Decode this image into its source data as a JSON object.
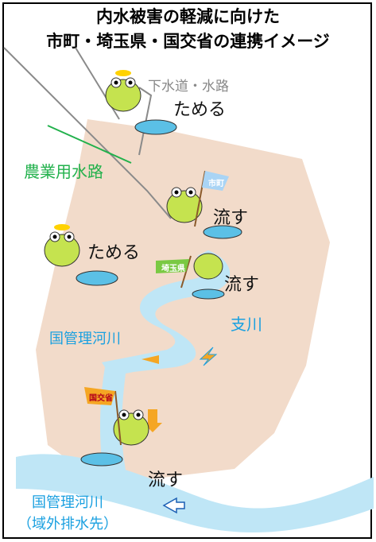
{
  "title": {
    "line1": "内水被害の軽減に向けた",
    "line2": "市町・埼玉県・国交省の連携イメージ"
  },
  "labels": {
    "sewer": "下水道・水路",
    "store_top": "ためる",
    "agri": "農業用水路",
    "flow_city": "流す",
    "store_left": "ためる",
    "flow_pref": "流す",
    "tributary": "支川",
    "national_river_mid": "国管理河川",
    "flow_bottom": "流す",
    "national_river_bottom": "国管理河川",
    "outlet": "（域外排水先）"
  },
  "flags": {
    "city": "市町",
    "pref": "埼玉県",
    "national": "国交省"
  },
  "colors": {
    "land": "#f1d7c4",
    "water": "#bfe6f6",
    "label_blue": "#1aa0e0",
    "frog": "#c5e34f",
    "agri_line": "#22b14c",
    "sewer_line": "#8a8a8a"
  }
}
